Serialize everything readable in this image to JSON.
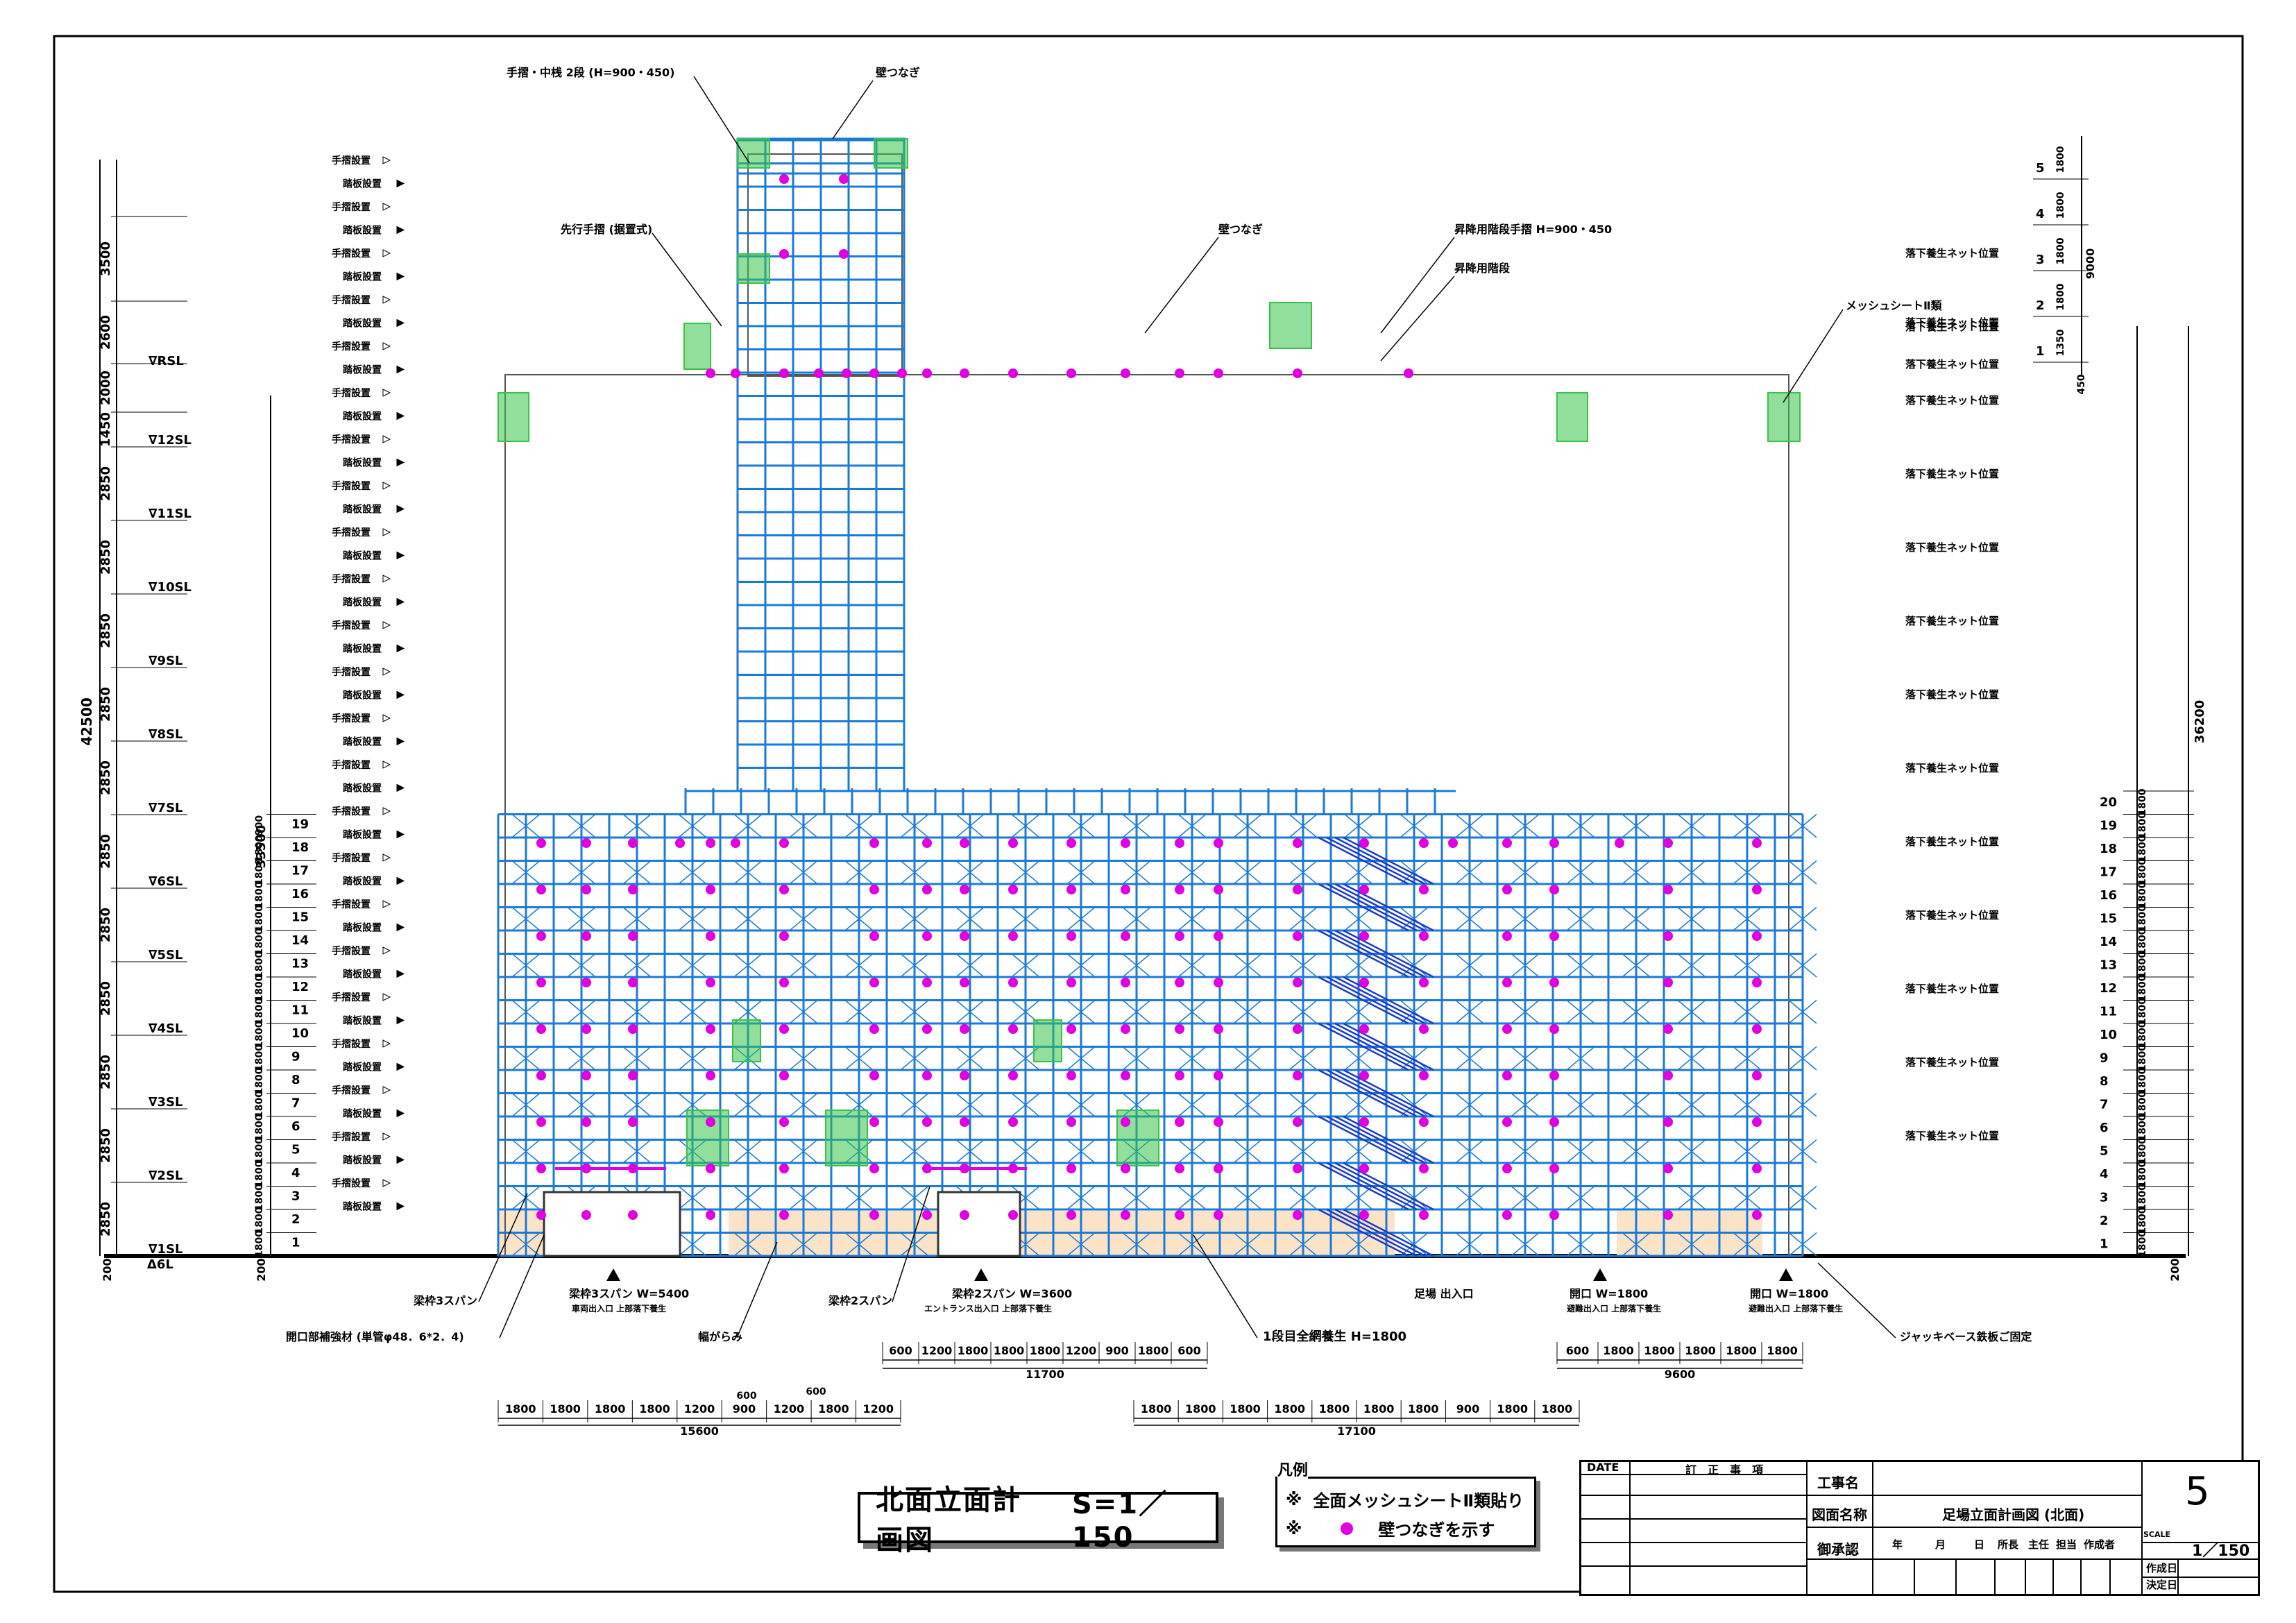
{
  "drawing": {
    "title": "北面立面計画図",
    "scale_text": "S=1／150",
    "page_number": "5"
  },
  "callouts": {
    "top_rail": "手摺・中桟 2段 (H=900・450)",
    "wall_tie_top": "壁つなぎ",
    "lead_rail": "先行手摺 (据置式)",
    "wall_tie_mid": "壁つなぎ",
    "stair_rail": "昇降用階段手摺 H=900・450",
    "stair": "昇降用階段",
    "mesh_sheet": "メッシュシートⅡ類",
    "beam_3span": "梁枠3スパン",
    "beam_2span": "梁枠2スパン",
    "opening_reinforce": "開口部補強材 (単管φ48．6*2．4)",
    "toe_board": "幅がらみ",
    "first_fence": "1段目全網養生 H=1800",
    "jack_base": "ジャッキベース鉄板ご固定"
  },
  "openings": [
    {
      "title": "梁枠3スパン W=5400",
      "sub": "車両出入口 上部落下養生"
    },
    {
      "title": "梁枠2スパン W=3600",
      "sub": "エントランス出入口 上部落下養生"
    },
    {
      "title": "足場 出入口",
      "sub": ""
    },
    {
      "title": "開口 W=1800",
      "sub": "避難出入口 上部落下養生"
    },
    {
      "title": "開口 W=1800",
      "sub": "避難出入口 上部落下養生"
    }
  ],
  "left_level_dims": [
    "2850",
    "2850",
    "2850",
    "2850",
    "2850",
    "2850",
    "2850",
    "2850",
    "2850",
    "2850",
    "2850",
    "1450",
    "2000",
    "2600",
    "3500"
  ],
  "left_level_dims_note": "listed bottom to top",
  "floor_levels": [
    "∇1SL",
    "∇2SL",
    "∇3SL",
    "∇4SL",
    "∇5SL",
    "∇6SL",
    "∇7SL",
    "∇8SL",
    "∇9SL",
    "∇10SL",
    "∇11SL",
    "∇12SL",
    "∇RSL"
  ],
  "gl_label": "Δ6L",
  "gl_offset": "200",
  "total_height": "42500",
  "scaffold_height": "33500",
  "scaffold_right_height": "36200",
  "scaffold_right_base": "200",
  "right_top_total": "9000",
  "right_top_base": "450",
  "tiers": [
    "1",
    "2",
    "3",
    "4",
    "5",
    "6",
    "7",
    "8",
    "9",
    "10",
    "11",
    "12",
    "13",
    "14",
    "15",
    "16",
    "17",
    "18",
    "19"
  ],
  "tier_right": [
    "1",
    "2",
    "3",
    "4",
    "5",
    "6",
    "7",
    "8",
    "9",
    "10",
    "11",
    "12",
    "13",
    "14",
    "15",
    "16",
    "17",
    "18",
    "19",
    "20"
  ],
  "tier_dim": "1800",
  "tier_top_dim": "900",
  "tower_tiers": [
    "1",
    "2",
    "3",
    "4",
    "5"
  ],
  "tower_dims": [
    "1350",
    "1800",
    "1800",
    "1800",
    "1800"
  ],
  "rail_label": "手摺設置",
  "board_label": "踏板設置",
  "net_label": "落下養生ネット位置",
  "dim_rows": {
    "left_top": [
      "600",
      "600"
    ],
    "left": [
      "1800",
      "1800",
      "1800",
      "1800",
      "1200",
      "900",
      "1200",
      "1800",
      "1200"
    ],
    "left_total": "15600",
    "mid_top": [
      "600",
      "1200",
      "1800",
      "1800",
      "1800",
      "1200",
      "900",
      "1800",
      "600"
    ],
    "mid_top_total": "11700",
    "mid": [
      "1800",
      "1800",
      "1800",
      "1800",
      "1800",
      "1800",
      "1800",
      "900",
      "1800",
      "1800"
    ],
    "mid_total": "17100",
    "right": [
      "600",
      "1800",
      "1800",
      "1800",
      "1800",
      "1800"
    ],
    "right_total": "9600"
  },
  "legend": {
    "title": "凡例",
    "item1_mark": "※",
    "item1_text": "全面メッシュシートⅡ類貼り",
    "item2_mark": "※",
    "item2_text": "壁つなぎを示す",
    "colors": {
      "tie": "#e000e0",
      "scaffold": "#1a7ad8",
      "mesh": "#39c24a",
      "hatch": "#e8a25a"
    }
  },
  "title_block": {
    "date": "DATE",
    "revision": "訂　正　事　項",
    "project": "工事名",
    "drawing_name_label": "図面名称",
    "drawing_name": "足場立面計画図 (北面)",
    "approval": "御承認",
    "year": "年",
    "month": "月",
    "day": "日",
    "chief": "所長",
    "supervisor": "主任",
    "charge": "担当",
    "author": "作成者",
    "scale_label": "SCALE",
    "scale": "1／150",
    "created": "作成日",
    "decided": "決定日"
  }
}
